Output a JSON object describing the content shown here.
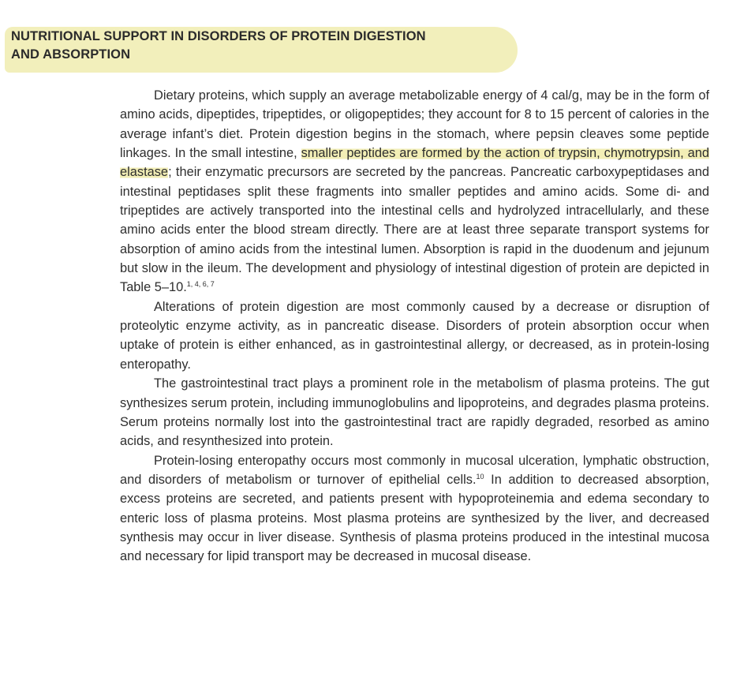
{
  "heading": {
    "line1": "NUTRITIONAL SUPPORT IN DISORDERS OF PROTEIN DIGESTION",
    "line2": "AND ABSORPTION"
  },
  "paragraphs": {
    "p1_a": "Dietary proteins, which supply an average metabolizable energy of 4 cal/g, may be in the form of amino acids, dipeptides, tripeptides, or oligopeptides; they account for 8 to 15 percent of calories in the average infant’s diet. Protein digestion begins in the stomach, where pepsin cleaves some peptide linkages. In the small intestine, ",
    "p1_highlight": "smaller peptides are formed by the action of trypsin, chymotrypsin, and elastase",
    "p1_b": "; their enzymatic precursors are secreted by the pancreas. Pancreatic carboxypeptidases and intestinal peptidases split these fragments into smaller peptides and amino acids. Some di- and tripeptides are actively transported into the intestinal cells and hydrolyzed intracellularly, and these amino acids enter the blood stream directly. There are at least three separate transport systems for absorption of amino acids from the intestinal lumen. Absorption is rapid in the duodenum and jejunum but slow in the ileum. The development and physiology of intestinal digestion of protein are depicted in Table 5–10.",
    "p1_refs": "1, 4, 6, 7",
    "p2": "Alterations of protein digestion are most commonly caused by a decrease or disruption of proteolytic enzyme activity, as in pancreatic disease. Disorders of protein absorption occur when uptake of protein is either enhanced, as in gastroin­testinal allergy, or decreased, as in protein-losing enteropathy.",
    "p3": "The gastrointestinal tract plays a prominent role in the metabolism of plasma proteins. The gut synthesizes serum protein, including immunoglobulins and lipoproteins, and degrades plasma proteins. Serum proteins normally lost into the gastrointestinal tract are rapidly degraded, resorbed as amino acids, and resynthe­sized into protein.",
    "p4_a": "Protein-losing enteropathy occurs most commonly in mucosal ulceration, lymphatic obstruction, and disorders of metabolism or turnover of epithelial cells.",
    "p4_ref": "10",
    "p4_b": " In addition to decreased absorption, excess proteins are secreted, and patients present with hypoproteinemia and edema secondary to enteric loss of plasma proteins. Most plasma proteins are synthesized by the liver, and decreased synthesis may occur in liver disease. Synthesis of plasma proteins produced in the intestinal mucosa and necessary for lipid transport may be decreased in mucosal disease."
  },
  "colors": {
    "highlighter": "#f1edb4",
    "text": "#2e2e2e"
  }
}
